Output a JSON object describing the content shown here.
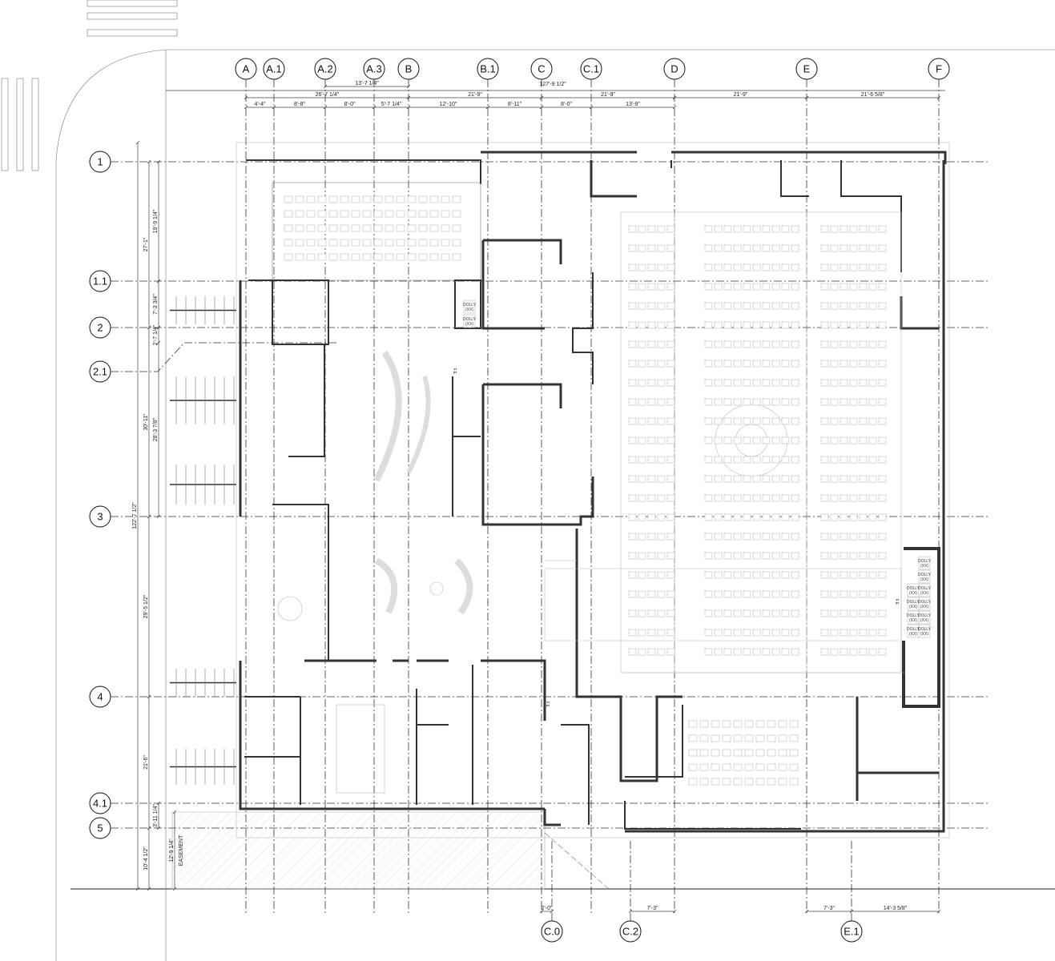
{
  "plan": {
    "column_grid": [
      "A",
      "A.1",
      "A.2",
      "A.3",
      "B",
      "B.1",
      "C",
      "C.1",
      "D",
      "E",
      "F"
    ],
    "lower_column_grid": [
      "C.0",
      "C.2",
      "E.1"
    ],
    "row_grid": [
      "1",
      "1.1",
      "2",
      "2.1",
      "3",
      "4",
      "4.1",
      "5"
    ],
    "top_dimensions": {
      "overall": "127'-9 1/2\"",
      "a2_to_b": "13'-7 1/4\"",
      "bays": [
        "26'-7 1/4\"",
        "21'-9\"",
        "21'-9\"",
        "21'-9\"",
        "21'-6 5/8\""
      ],
      "sub_bays": [
        "4'-4\"",
        "8'-8\"",
        "8'-0\"",
        "5'-7 1/4\"",
        "12'-10\"",
        "8'-11\"",
        "8'-0\"",
        "13'-9\""
      ]
    },
    "left_dimensions": {
      "overall": "122'-7 1/2\"",
      "bays": [
        "27'-1\"",
        "30'-11\"",
        "29'-5 1/2\"",
        "21'-6\"",
        "10'-4 1/2\""
      ],
      "sub_bays": [
        "19'-9 1/4\"",
        "7'-3 3/4\"",
        "2'-7 1/4\"",
        "28'-3 7/8\""
      ],
      "row_4_1_to_5": "3'-11 1/4\"",
      "easement_dim": "12'-9 1/4\"",
      "easement_label": "EASEMENT"
    },
    "bottom_dimensions": [
      "2'-0\"",
      "7'-3\"",
      "7'-3\"",
      "14'-3 5/8\""
    ],
    "labels": {
      "dolly": "DOLLY",
      "dolly_sub": "(XX)",
      "fire_extinguisher": "F.E."
    }
  }
}
